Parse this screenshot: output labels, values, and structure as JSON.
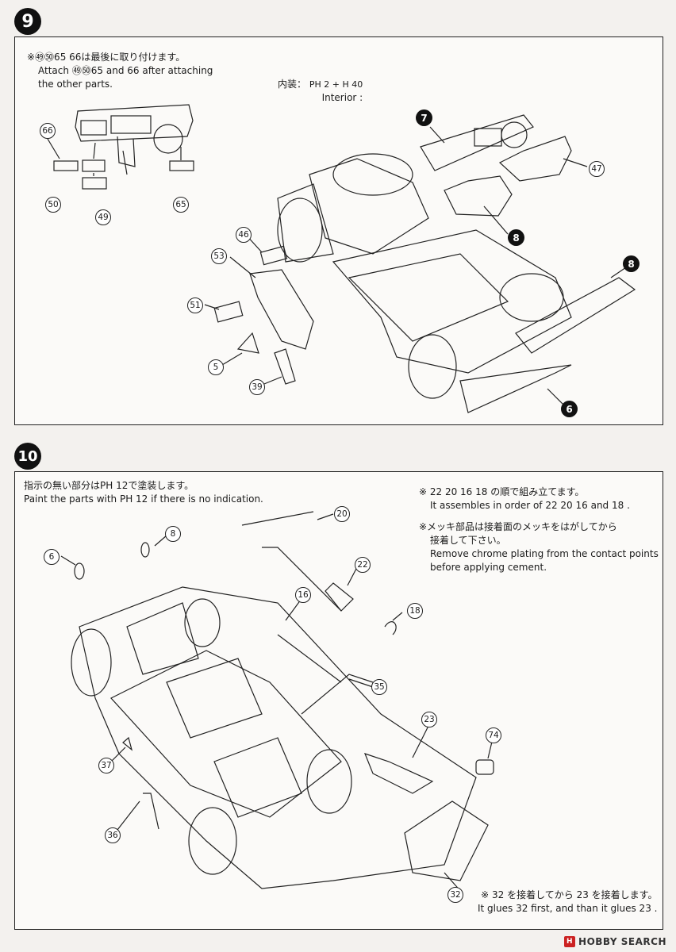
{
  "steps": {
    "step9": {
      "number": "9",
      "note_jp": "※㊾㊿65 66は最後に取り付けます。",
      "note_en_1": "Attach ㊾㊿65 and 66 after attaching",
      "note_en_2": "the other parts.",
      "interior_jp": "内装：",
      "interior_en": "Interior :",
      "interior_paint": "PH 2 + H 40",
      "parts": {
        "p66": "66",
        "p50": "50",
        "p49": "49",
        "p65": "65",
        "p7": "7",
        "p47": "47",
        "p8a": "8",
        "p46": "46",
        "p53": "53",
        "p8b": "8",
        "p51": "51",
        "p5": "5",
        "p39": "39",
        "p6": "6"
      }
    },
    "step10": {
      "number": "10",
      "paint_jp": "指示の無い部分はPH 12で塗装します。",
      "paint_en": "Paint the parts with PH 12 if there is no indication.",
      "order_jp": "※ 22 20 16 18 の順で組み立てます。",
      "order_en": "It assembles in order of 22 20 16 and 18 .",
      "chrome_jp_1": "※メッキ部品は接着面のメッキをはがしてから",
      "chrome_jp_2": "接着して下さい。",
      "chrome_en_1": "Remove chrome plating from the contact points",
      "chrome_en_2": "before applying cement.",
      "glue_jp": "※ 32 を接着してから 23 を接着します。",
      "glue_en": "It glues 32 first, and than it glues 23 .",
      "parts": {
        "p20": "20",
        "p8": "8",
        "p6": "6",
        "p22": "22",
        "p16": "16",
        "p18": "18",
        "p35": "35",
        "p23": "23",
        "p74": "74",
        "p37": "37",
        "p36": "36",
        "p32": "32"
      }
    }
  },
  "watermark": {
    "logo": "H",
    "text": "HOBBY SEARCH"
  }
}
